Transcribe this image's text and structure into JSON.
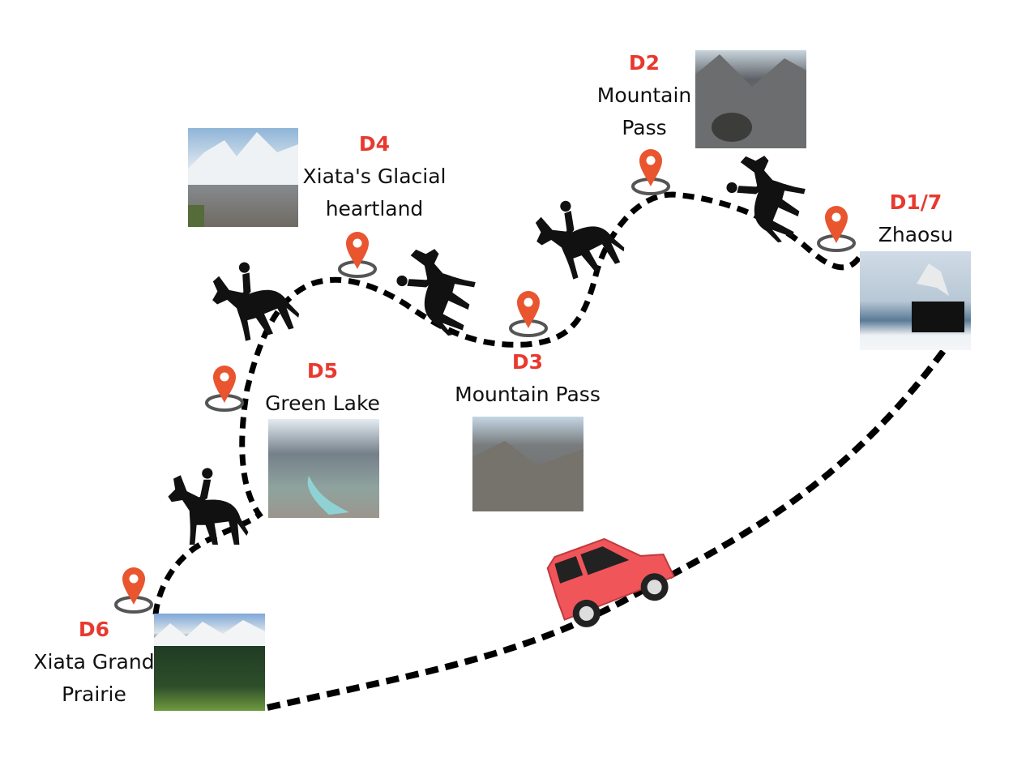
{
  "stops": [
    {
      "day": "D1/7",
      "name_lines": [
        "Zhaosu"
      ],
      "photo": "zhaosu-horse-statue-photo"
    },
    {
      "day": "D2",
      "name_lines": [
        "Mountain",
        "Pass"
      ],
      "photo": "mountain-pass-horses-photo"
    },
    {
      "day": "D3",
      "name_lines": [
        "Mountain Pass"
      ],
      "photo": "mountain-ridge-caravan-photo"
    },
    {
      "day": "D4",
      "name_lines": [
        "Xiata's Glacial",
        "heartland"
      ],
      "photo": "glacier-photo"
    },
    {
      "day": "D5",
      "name_lines": [
        "Green Lake"
      ],
      "photo": "green-lake-photo"
    },
    {
      "day": "D6",
      "name_lines": [
        "Xiata Grand",
        "Prairie"
      ],
      "photo": "grand-prairie-photo"
    }
  ],
  "colors": {
    "day_label": "#e8392f",
    "pin": "#e8552f",
    "route": "#000000",
    "car": "#f0555a"
  },
  "icons": [
    "location-pin-icon",
    "horse-rider-icon",
    "car-icon"
  ]
}
